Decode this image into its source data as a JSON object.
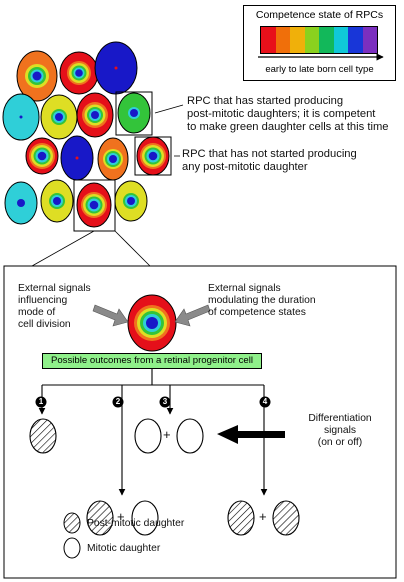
{
  "legend": {
    "title": "Competence state of RPCs",
    "subtitle": "early to late born cell type",
    "colors": [
      "#e8101a",
      "#f06f0a",
      "#f0b00a",
      "#8ad11e",
      "#12b85a",
      "#10c8d8",
      "#1836d8",
      "#7b2fbf"
    ]
  },
  "annotations": {
    "producing": [
      "RPC that has started producing",
      "post-mitotic daughters; it is competent",
      "to make green daughter cells at this time"
    ],
    "not_producing": [
      "RPC that has not started producing",
      "any post-mitotic daughter"
    ]
  },
  "inset": {
    "signals_left": [
      "External signals",
      "influencing",
      "mode of",
      "cell division"
    ],
    "signals_right": [
      "External signals",
      "modulating the duration",
      "of competence states"
    ],
    "outcomes_title": "Possible outcomes from a retinal progenitor cell",
    "outcome_numbers": [
      "1",
      "2",
      "3",
      "4"
    ],
    "plus": "+",
    "differentiation": [
      "Differentiation",
      "signals",
      "(on or off)"
    ],
    "key_postmitotic": "Post-mitotic daughter",
    "key_mitotic": "Mitotic daughter"
  },
  "colors": {
    "red": "#e5101a",
    "orange": "#f0721e",
    "yellow": "#dede24",
    "green": "#33c43a",
    "cyan": "#2fcfd8",
    "blue": "#1818c8",
    "outcome_highlight": "#8ff08a",
    "arrow_gray": "#8a8a8a"
  }
}
